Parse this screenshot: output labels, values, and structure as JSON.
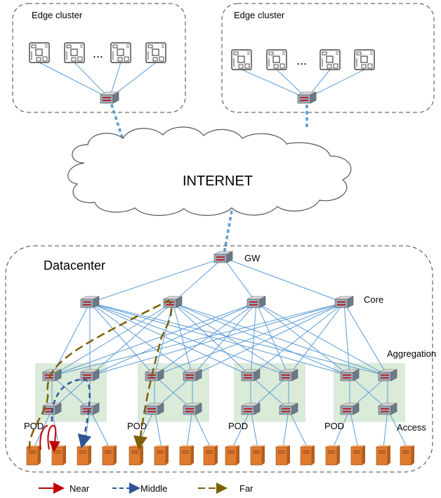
{
  "edge_clusters": [
    {
      "label": "Edge cluster",
      "ellipsis": "..."
    },
    {
      "label": "Edge cluster",
      "ellipsis": "..."
    }
  ],
  "internet": {
    "label": "INTERNET"
  },
  "datacenter": {
    "label": "Datacenter",
    "gateway_label": "GW",
    "core_label": "Core",
    "aggregation_label": "Aggregation",
    "access_label": "Access",
    "pods": [
      {
        "label": "POD"
      },
      {
        "label": "POD"
      },
      {
        "label": "POD"
      },
      {
        "label": "POD"
      }
    ]
  },
  "legend": [
    {
      "label": "Near",
      "color": "#c00000",
      "style": "solid"
    },
    {
      "label": "Middle",
      "color": "#2f5597",
      "style": "dashed"
    },
    {
      "label": "Far",
      "color": "#7f6000",
      "style": "dashed"
    }
  ],
  "colors": {
    "link": "#5b9bd5",
    "pod_bg": "#d5e8d4",
    "server": "#e07a2f",
    "near": "#c00000",
    "middle": "#2f5597",
    "far": "#7f6000"
  },
  "icons": [
    "network-switch-icon",
    "edge-board-icon",
    "server-icon",
    "cloud-icon"
  ]
}
